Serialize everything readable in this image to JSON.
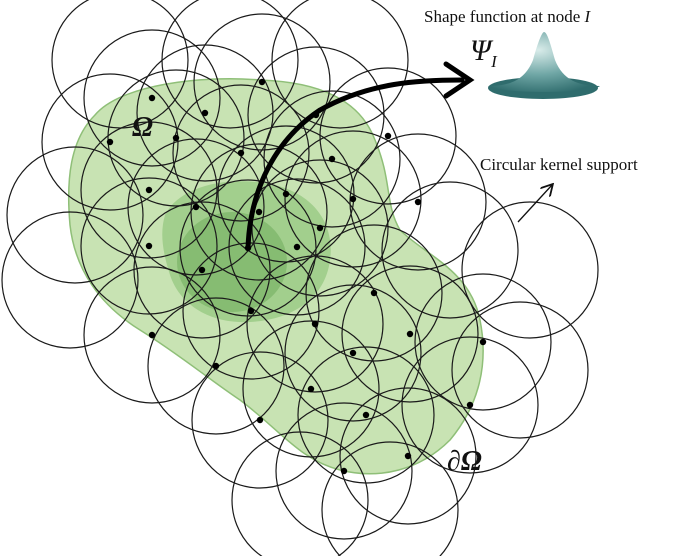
{
  "labels": {
    "shape_function": "Shape function at node",
    "shape_function_node": "I",
    "psi": "Ψ",
    "psi_sub": "I",
    "kernel_support": "Circular kernel support",
    "domain": "Ω",
    "boundary": "∂Ω"
  },
  "colors": {
    "domain_fill": "#c8e3b3",
    "domain_stroke": "#8fbf78",
    "inner_fill": "#9bcb86",
    "core_fill": "#7bb466",
    "circle_stroke": "#1a1a1a",
    "node": "#000000",
    "bell_top": "#b7d6d3",
    "bell_bottom": "#3f7f80"
  }
}
